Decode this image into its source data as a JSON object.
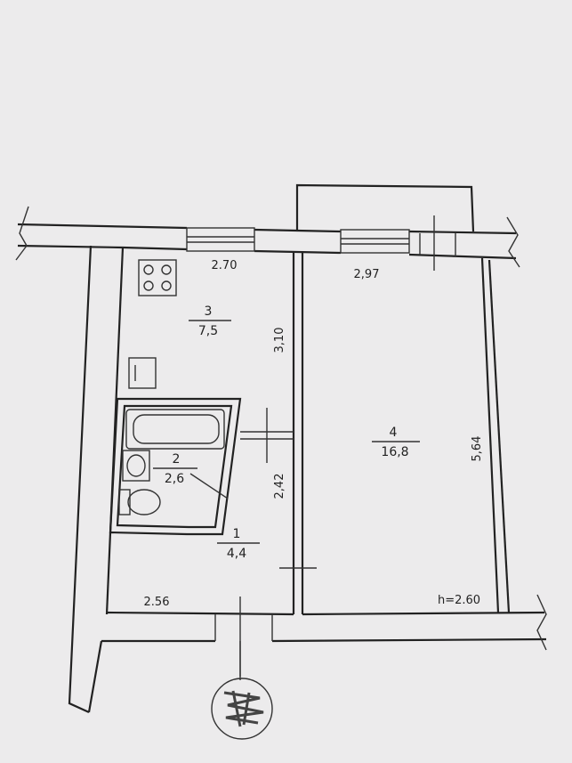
{
  "rooms": [
    {
      "number": "1",
      "area": "4,4"
    },
    {
      "number": "2",
      "area": "2,6"
    },
    {
      "number": "3",
      "area": "7,5"
    },
    {
      "number": "4",
      "area": "16,8"
    }
  ],
  "dimensions": {
    "kitchen_width": "2.70",
    "room_width": "2,97",
    "kitchen_depth": "3,10",
    "hall_depth": "2,42",
    "room_depth": "5,64",
    "hall_width": "2.56",
    "ceiling_height": "h=2.60"
  }
}
